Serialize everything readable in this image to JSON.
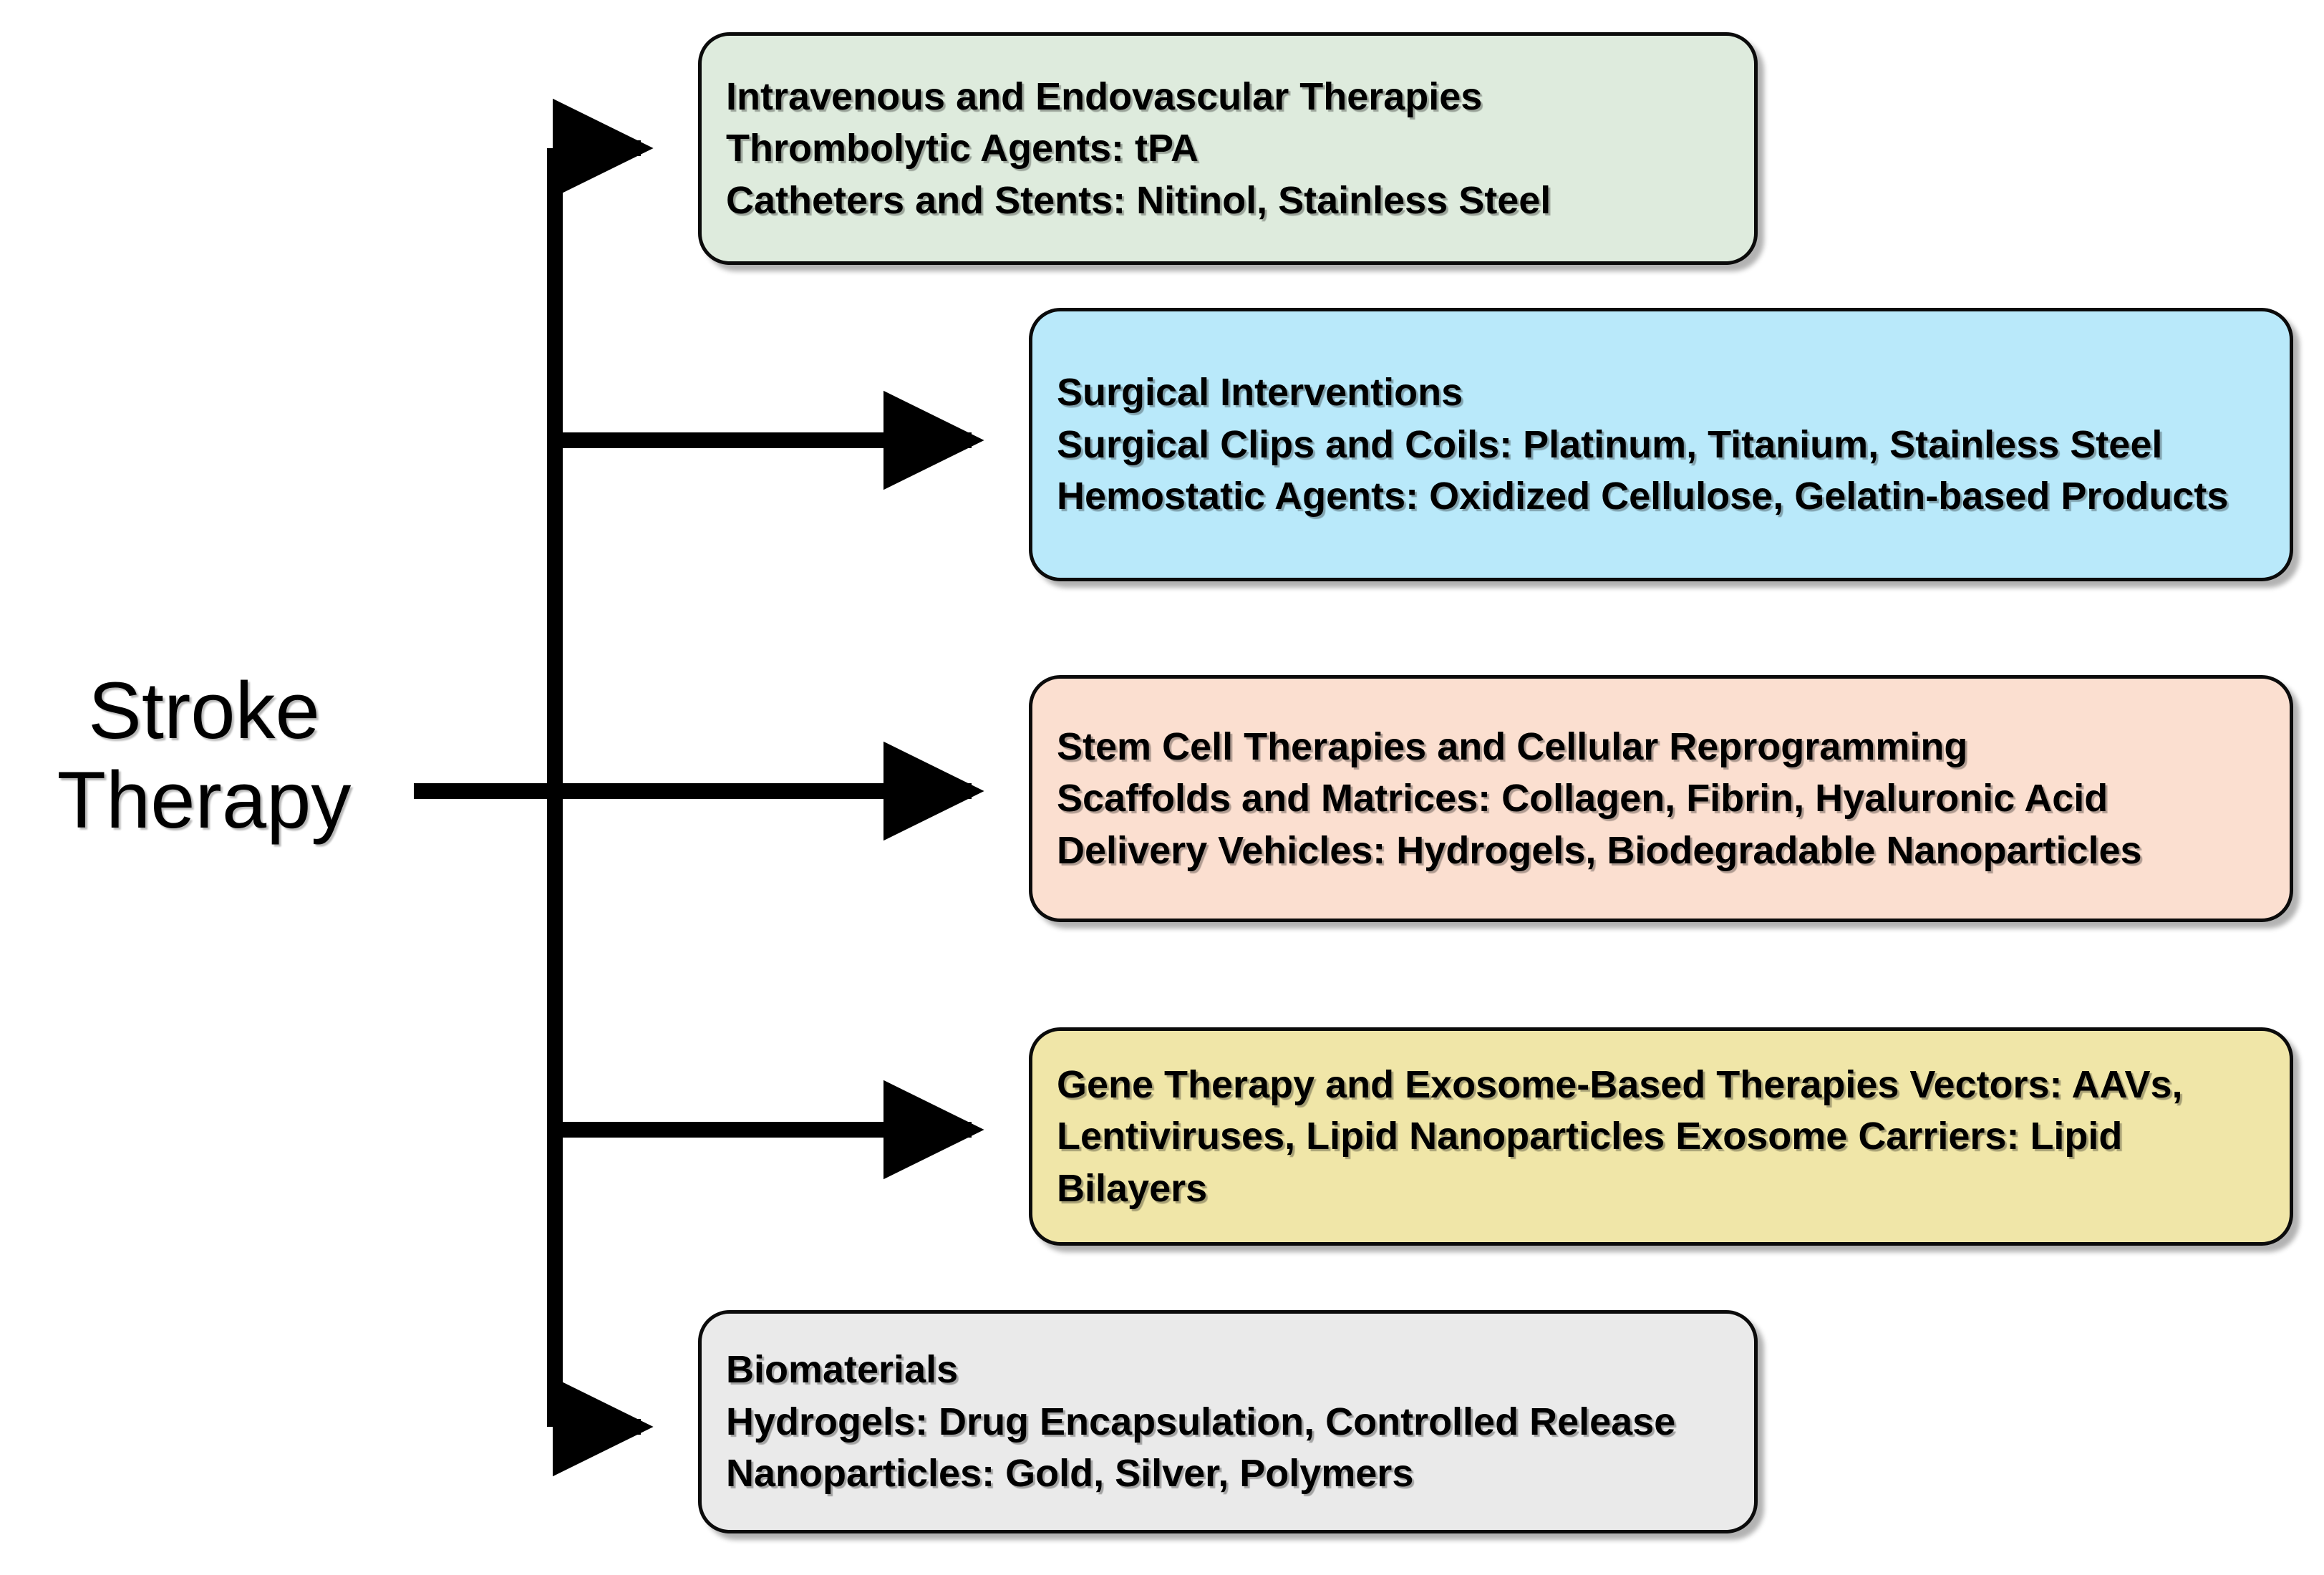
{
  "diagram": {
    "title": "Stroke Therapy",
    "root": {
      "label": "Stroke\nTherapy"
    },
    "branches": [
      {
        "id": "intravenous-endovascular-therapies",
        "heading": "Intravenous and Endovascular Therapies",
        "text": "Intravenous and Endovascular Therapies\nThrombolytic Agents: tPA\nCatheters and Stents: Nitinol, Stainless Steel",
        "lines": [
          "Intravenous and Endovascular Therapies",
          "Thrombolytic Agents: tPA",
          "Catheters and Stents: Nitinol, Stainless Steel"
        ],
        "fill": "#DEEBDD",
        "border": "#0b0b0b"
      },
      {
        "id": "surgical-interventions",
        "heading": "Surgical Interventions",
        "text": "Surgical Interventions\nSurgical Clips and Coils: Platinum, Titanium, Stainless Steel\n Hemostatic Agents: Oxidized Cellulose, Gelatin-based Products",
        "lines": [
          "Surgical Interventions",
          "Surgical Clips and Coils: Platinum, Titanium, Stainless Steel",
          " Hemostatic Agents: Oxidized Cellulose, Gelatin-based Products"
        ],
        "fill": "#B9E9FA",
        "border": "#0b0b0b"
      },
      {
        "id": "stem-cell-therapies",
        "heading": "Stem Cell Therapies and Cellular Reprogramming",
        "text": "Stem Cell Therapies and Cellular Reprogramming\nScaffolds and Matrices: Collagen, Fibrin,  Hyaluronic Acid\nDelivery Vehicles: Hydrogels, Biodegradable Nanoparticles",
        "lines": [
          "Stem Cell Therapies and Cellular Reprogramming",
          "Scaffolds and Matrices: Collagen, Fibrin,  Hyaluronic Acid",
          "Delivery Vehicles: Hydrogels, Biodegradable Nanoparticles"
        ],
        "fill": "#FBDFD0",
        "border": "#0b0b0b"
      },
      {
        "id": "gene-therapy-exosome-based-therapies",
        "heading": "Gene Therapy and Exosome-Based Therapies",
        "text": "Gene Therapy and Exosome-Based Therapies  Vectors: AAVs, Lentiviruses, Lipid Nanoparticles  Exosome Carriers: Lipid Bilayers",
        "lines": [
          "Gene Therapy and Exosome-Based Therapies  Vectors:",
          "AAVs, Lentiviruses, Lipid Nanoparticles  Exosome Carriers:",
          "Lipid Bilayers"
        ],
        "fill": "#F0E6A8",
        "border": "#0b0b0b"
      },
      {
        "id": "biomaterials",
        "heading": "Biomaterials",
        "text": "Biomaterials\nHydrogels: Drug Encapsulation, Controlled Release  Nanoparticles: Gold, Silver, Polymers",
        "lines": [
          "Biomaterials",
          "Hydrogels: Drug Encapsulation, Controlled",
          "Release  Nanoparticles: Gold, Silver, Polymers"
        ],
        "fill": "#EAEAEA",
        "border": "#0b0b0b"
      }
    ],
    "connector": {
      "color": "#000000",
      "style": "orthogonal-arrow"
    }
  }
}
